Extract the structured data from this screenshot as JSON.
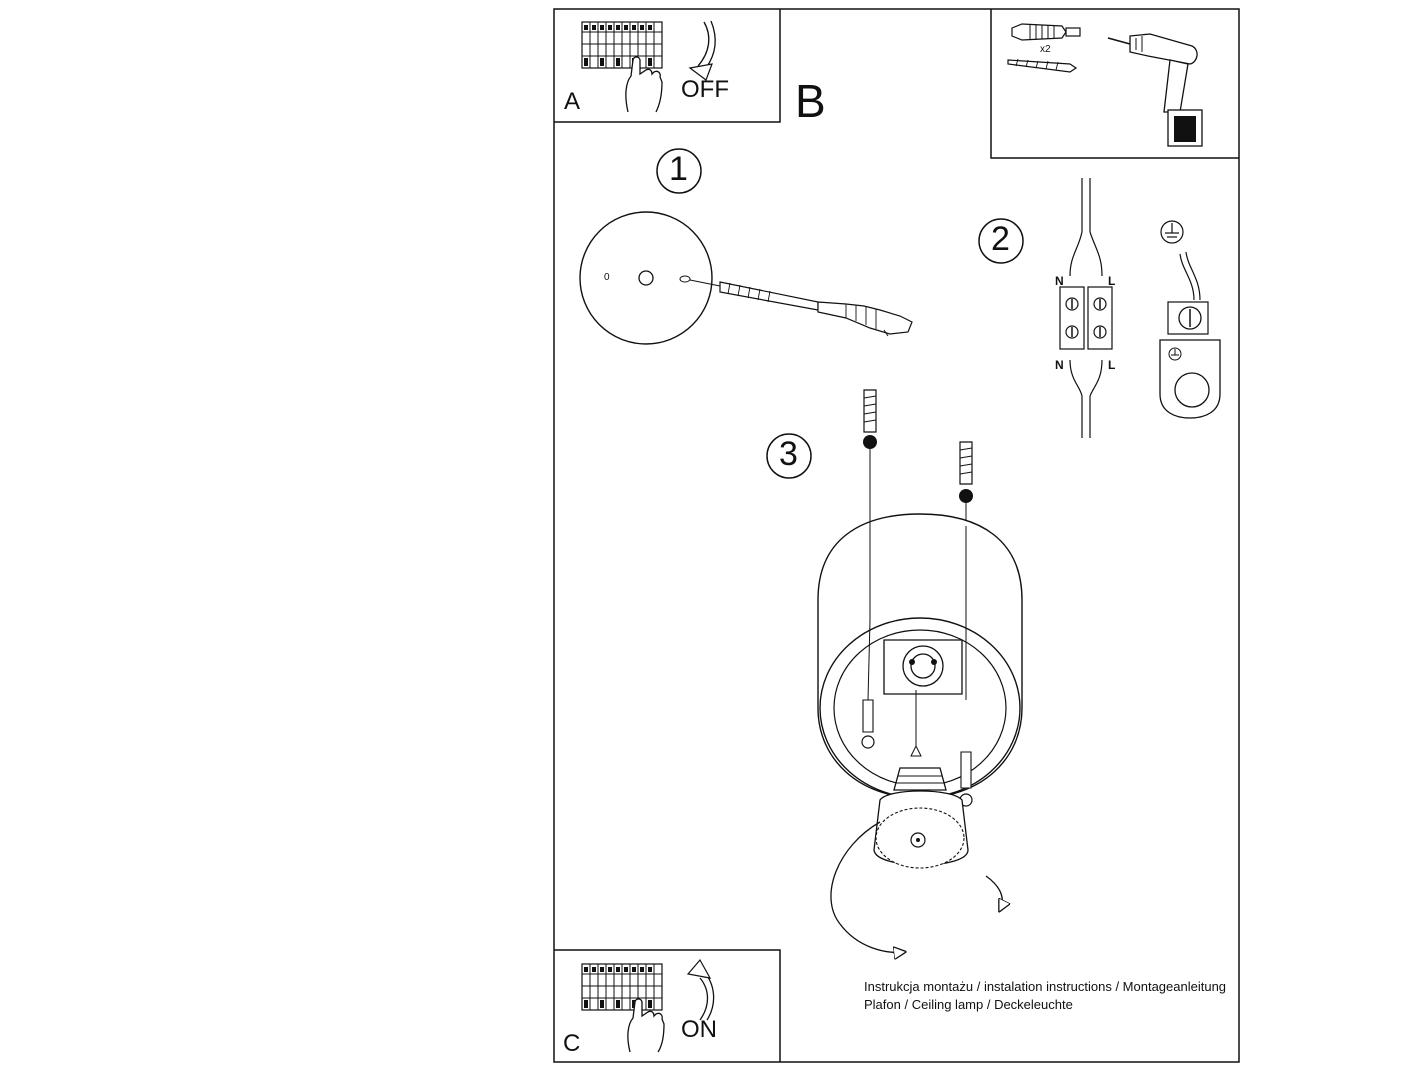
{
  "panels": {
    "a": {
      "letter": "A",
      "state": "OFF"
    },
    "b": {
      "letter": "B"
    },
    "c": {
      "letter": "C",
      "state": "ON"
    }
  },
  "tools": {
    "quantity": "x2"
  },
  "steps": [
    {
      "number": "1"
    },
    {
      "number": "2"
    },
    {
      "number": "3"
    }
  ],
  "wiring": {
    "neutral": "N",
    "live": "L",
    "plate_mark": "0"
  },
  "caption": {
    "line1": "Instrukcja montażu / instalation instructions / Montageanleitung",
    "line2": "Plafon / Ceiling lamp / Deckeleuchte"
  }
}
